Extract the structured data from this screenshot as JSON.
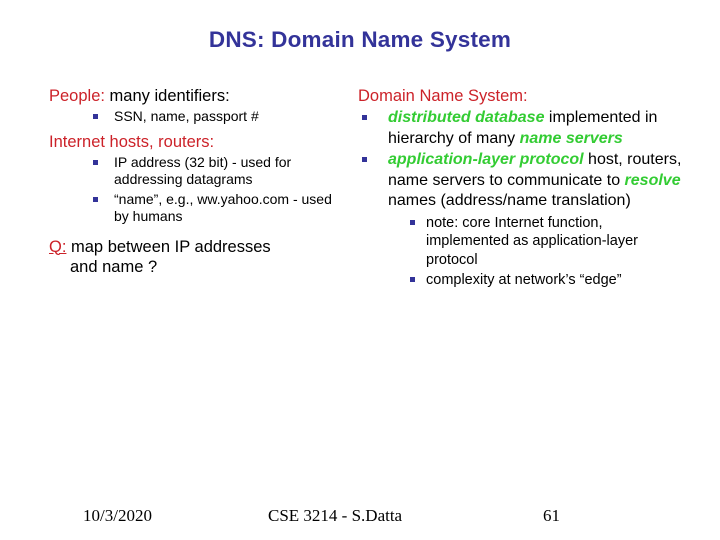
{
  "slide": {
    "title": "DNS: Domain Name System",
    "title_color": "#333399",
    "accent_red": "#CC2229",
    "accent_green": "#33CC33",
    "bullet_color": "#333399",
    "background": "#ffffff"
  },
  "left_column": {
    "heading1_emphasis": "People:",
    "heading1_rest": " many identifiers:",
    "bullets1": [
      "SSN, name, passport #"
    ],
    "heading2": "Internet hosts, routers:",
    "bullets2": [
      "IP address (32 bit) - used for addressing datagrams",
      "“name”, e.g., ww.yahoo.com - used by humans"
    ],
    "question_marker": "Q:",
    "question_text": " map between IP addresses",
    "question_text_cont": "and name ?"
  },
  "right_column": {
    "heading": "Domain Name System:",
    "bullet1": {
      "emphasis": "distributed database",
      "rest": " implemented in hierarchy of many ",
      "emphasis2": "name servers"
    },
    "bullet2": {
      "emphasis": "application-layer protocol",
      "rest_a": " host, routers, name servers to communicate to ",
      "emphasis2": "resolve",
      "rest_b": " names (address/name translation)"
    },
    "sub_bullets": [
      "note: core Internet function, implemented as application-layer protocol",
      "complexity at network’s “edge”"
    ]
  },
  "footer": {
    "date": "10/3/2020",
    "center": "CSE 3214 - S.Datta",
    "page_number": "61"
  }
}
